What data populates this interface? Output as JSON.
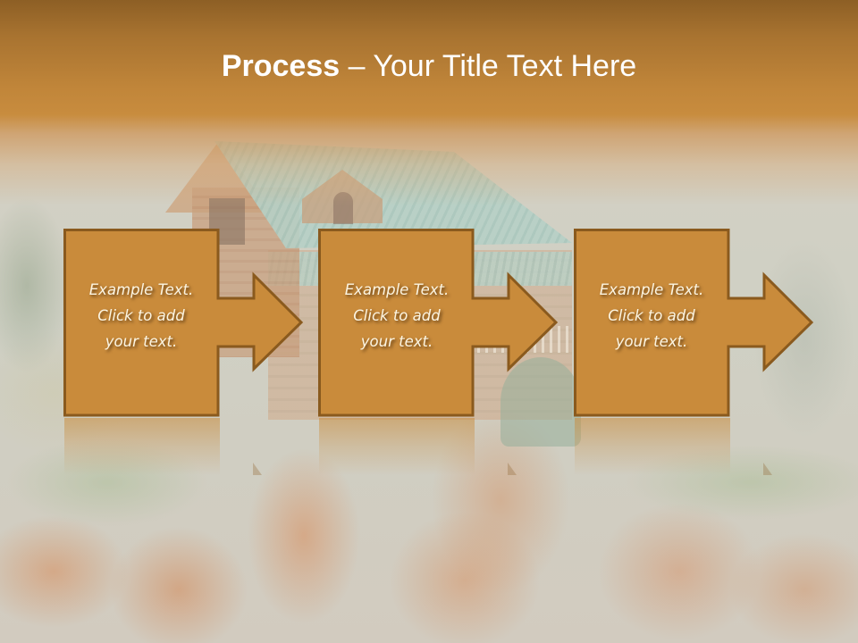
{
  "slide": {
    "title": {
      "bold": "Process",
      "rest": " – Your Title Text Here"
    },
    "colors": {
      "header_top": "#8d5f25",
      "header_bottom": "#c88c3e",
      "shape_fill": "#c98b3b",
      "shape_border": "#8a5a1e",
      "text": "#fcf5e2",
      "title_text": "#ffffff"
    },
    "background_image": "log-cabin-in-autumn-forest",
    "steps": [
      {
        "line1": "Example Text.",
        "line2": "Click  to add",
        "line3": "your text.",
        "icon": "right-arrow-shape"
      },
      {
        "line1": "Example Text.",
        "line2": "Click  to add",
        "line3": "your text.",
        "icon": "right-arrow-shape"
      },
      {
        "line1": "Example Text.",
        "line2": "Click  to add",
        "line3": "your text.",
        "icon": "right-arrow-shape"
      }
    ]
  }
}
